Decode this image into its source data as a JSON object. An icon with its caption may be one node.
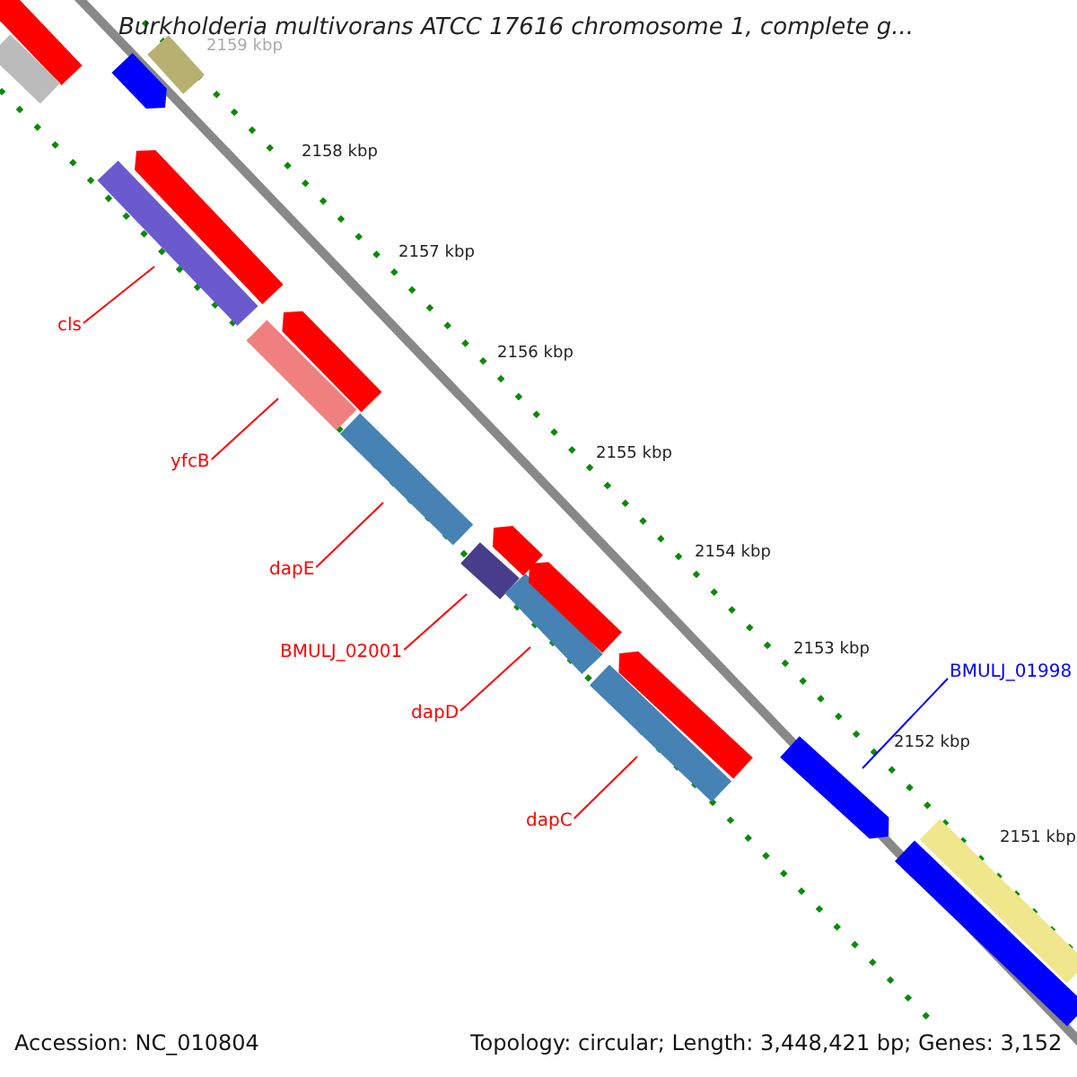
{
  "diagram": {
    "title": "Burkholderia multivorans ATCC 17616 chromosome 1, complete g...",
    "nodes": [
      {
        "text": [
          "cls"
        ]
      },
      {
        "text": [
          "yfcB"
        ]
      },
      {
        "text": [
          "dapE"
        ]
      },
      {
        "text": [
          "BMULJ_02001"
        ]
      },
      {
        "text": [
          "dapD"
        ]
      },
      {
        "text": [
          "dapC"
        ]
      },
      {
        "text": [
          "BMULJ_01998"
        ]
      },
      {
        "text": [],
        "shape": "bar"
      },
      {
        "text": [],
        "shape": "bar"
      },
      {
        "text": [],
        "shape": "bar"
      },
      {
        "text": [],
        "shape": "bar"
      },
      {
        "text": [],
        "shape": "bar"
      },
      {
        "text": [],
        "shape": "bar"
      },
      {
        "text": [],
        "shape": "bar"
      },
      {
        "text": [],
        "shape": "bar"
      },
      {
        "text": [],
        "shape": "bar"
      },
      {
        "text": [],
        "shape": "bar"
      },
      {
        "text": [],
        "shape": "bar"
      },
      {
        "text": [],
        "shape": "bar"
      },
      {
        "text": [],
        "shape": "bar"
      },
      {
        "text": [],
        "shape": "bar"
      },
      {
        "text": [],
        "shape": "bar"
      },
      {
        "text": [],
        "shape": "bar"
      },
      {
        "text": [],
        "shape": "bar"
      },
      {
        "text": [],
        "shape": "bar"
      }
    ],
    "edges": [
      {
        "from": 0,
        "to": 7,
        "arrow": "none"
      },
      {
        "from": 1,
        "to": 8,
        "arrow": "none"
      },
      {
        "from": 2,
        "to": 9,
        "arrow": "none"
      },
      {
        "from": 3,
        "to": 10,
        "arrow": "none"
      },
      {
        "from": 4,
        "to": 11,
        "arrow": "none"
      },
      {
        "from": 5,
        "to": 12,
        "arrow": "none"
      },
      {
        "from": 6,
        "to": 13,
        "arrow": "none",
        "color": "#0000ff"
      }
    ],
    "labels": [
      "2159 kbp",
      "2158 kbp",
      "2157 kbp",
      "2156 kbp",
      "2155 kbp",
      "2154 kbp",
      "2153 kbp",
      "2152 kbp",
      "2151 kbp",
      "Accession: NC_010804",
      "Topology: circular; Length: 3,448,421 bp; Genes: 3,152"
    ]
  }
}
